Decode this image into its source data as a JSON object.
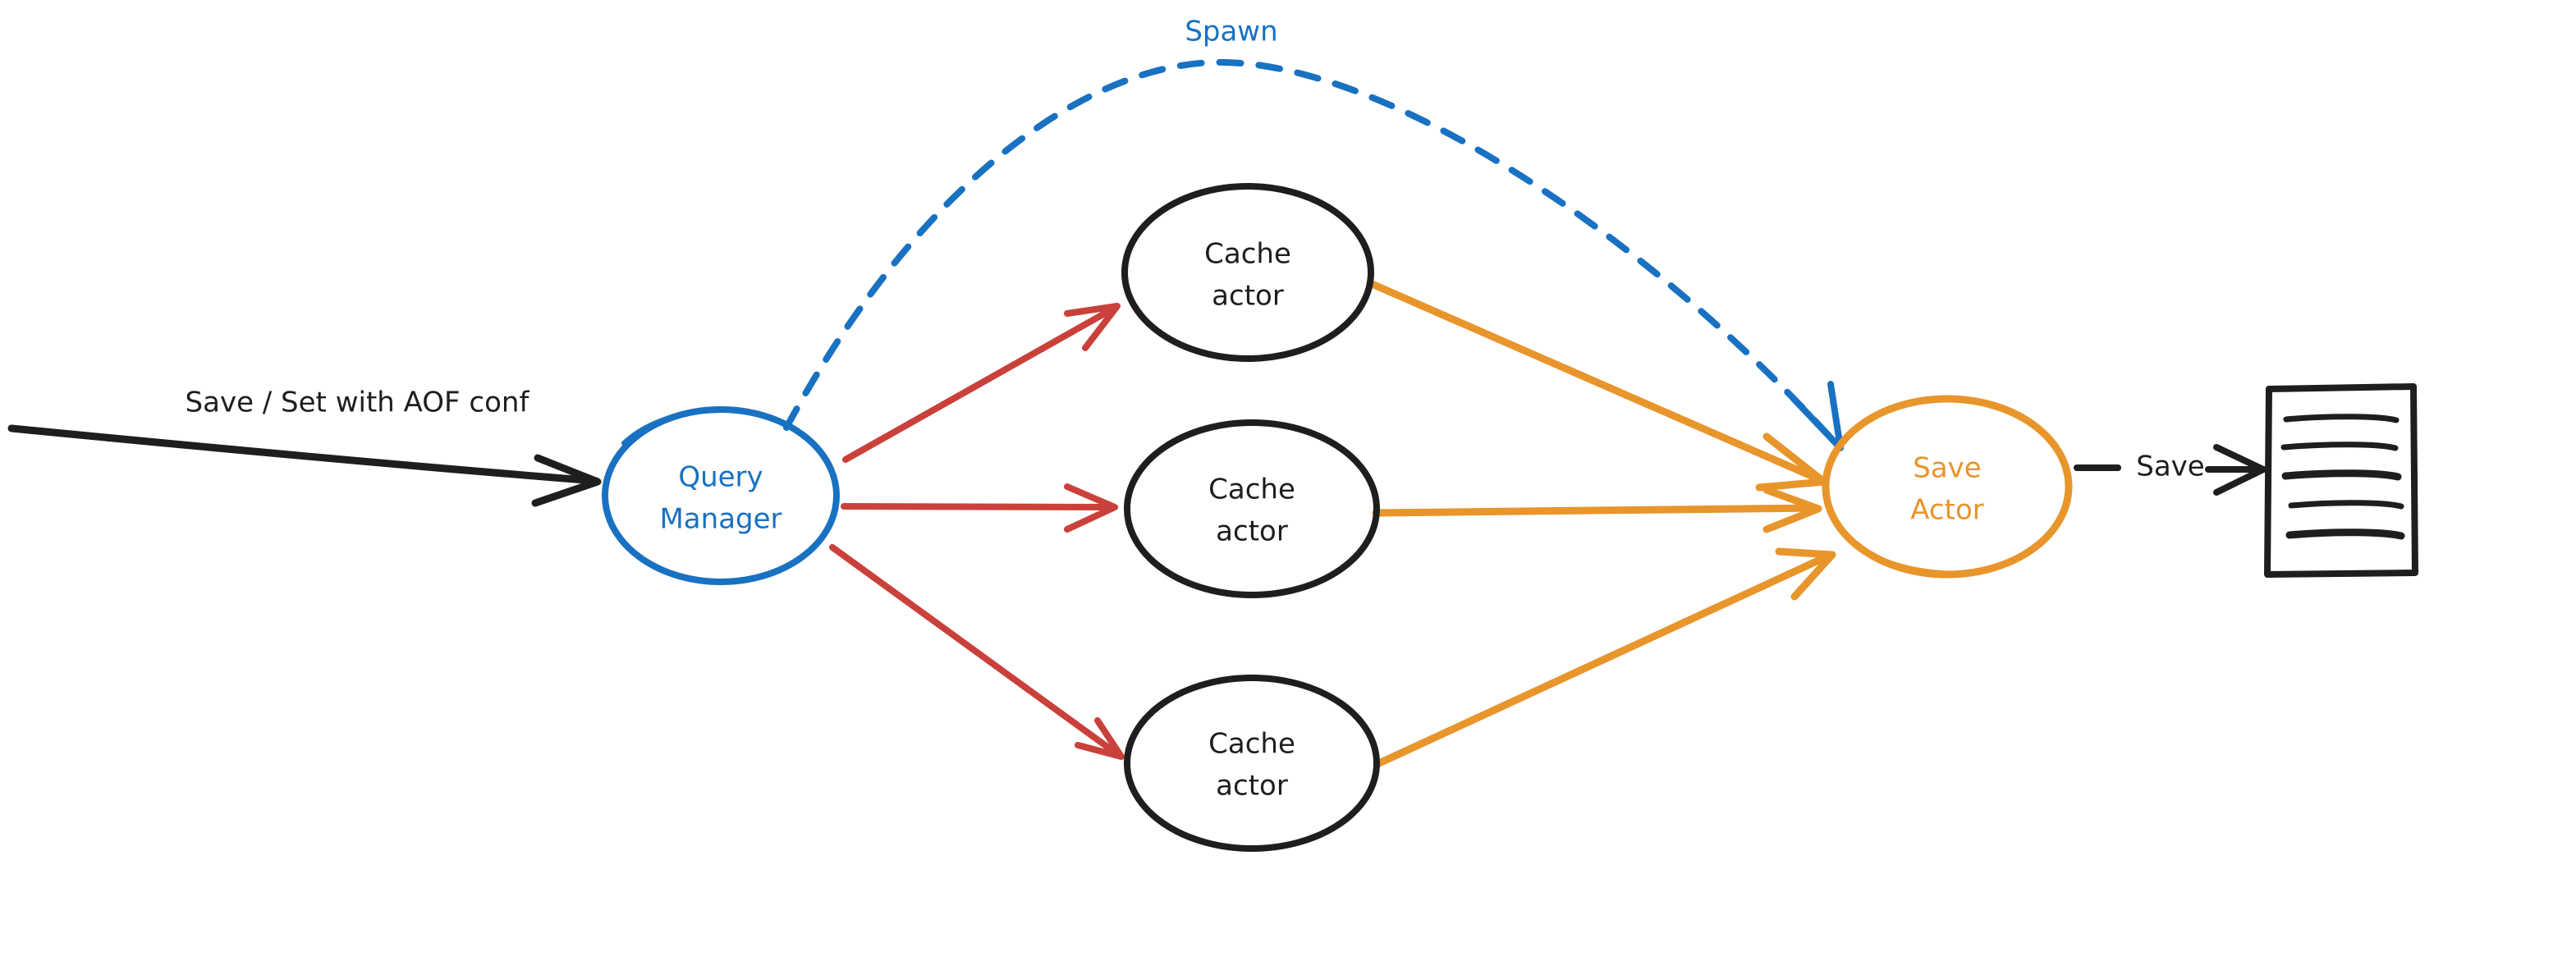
{
  "diagram": {
    "title_text_present": false,
    "background_color": "#ffffff",
    "colors": {
      "black": "#1e1e1e",
      "blue": "#1971c2",
      "red": "#c9413a",
      "orange": "#e8952b"
    },
    "nodes": {
      "query_manager": {
        "label_line1": "Query",
        "label_line2": "Manager",
        "shape": "ellipse",
        "color": "#1971c2"
      },
      "cache_actor_1": {
        "label_line1": "Cache",
        "label_line2": "actor",
        "shape": "ellipse",
        "color": "#1e1e1e"
      },
      "cache_actor_2": {
        "label_line1": "Cache",
        "label_line2": "actor",
        "shape": "ellipse",
        "color": "#1e1e1e"
      },
      "cache_actor_3": {
        "label_line1": "Cache",
        "label_line2": "actor",
        "shape": "ellipse",
        "color": "#1e1e1e"
      },
      "save_actor": {
        "label_line1": "Save",
        "label_line2": "Actor",
        "shape": "ellipse",
        "color": "#e8952b"
      },
      "document": {
        "shape": "rectangle-with-lines",
        "line_count": 5,
        "color": "#1e1e1e"
      }
    },
    "edges": {
      "input": {
        "label": "Save / Set with AOF conf",
        "color": "#1e1e1e",
        "style": "solid",
        "from": "external",
        "to": "query_manager"
      },
      "spawn": {
        "label": "Spawn",
        "color": "#1971c2",
        "style": "dashed",
        "from": "query_manager",
        "to": "save_actor"
      },
      "qm_to_cache": {
        "label": "",
        "color": "#c9413a",
        "style": "solid",
        "count": 3
      },
      "cache_to_save": {
        "label": "",
        "color": "#e8952b",
        "style": "solid",
        "count": 3
      },
      "save_to_file": {
        "label": "Save",
        "color": "#1e1e1e",
        "style": "solid",
        "from": "save_actor",
        "to": "document"
      }
    }
  }
}
